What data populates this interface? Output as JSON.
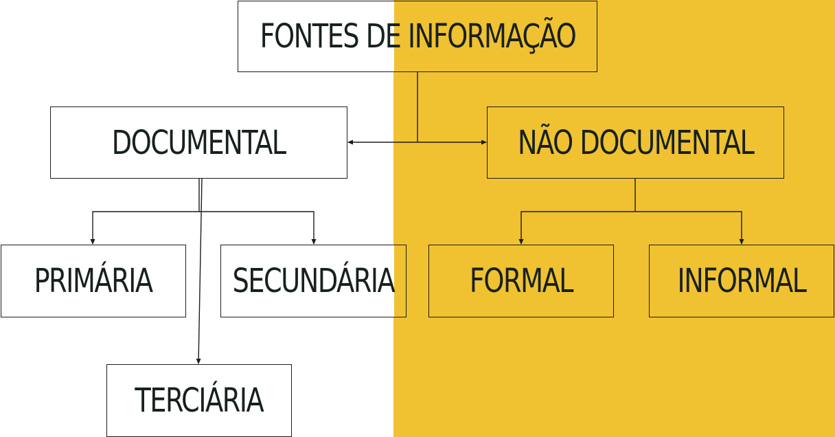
{
  "diagram": {
    "nodes": {
      "root": "FONTES DE INFORMAÇÃO",
      "documental": "DOCUMENTAL",
      "nao_documental": "NÃO DOCUMENTAL",
      "primaria": "PRIMÁRIA",
      "secundaria": "SECUNDÁRIA",
      "terciaria": "TERCIÁRIA",
      "formal": "FORMAL",
      "informal": "INFORMAL"
    },
    "edges": [
      {
        "from": "root",
        "to": "documental"
      },
      {
        "from": "root",
        "to": "nao_documental"
      },
      {
        "from": "documental",
        "to": "primaria"
      },
      {
        "from": "documental",
        "to": "secundaria"
      },
      {
        "from": "documental",
        "to": "terciaria"
      },
      {
        "from": "nao_documental",
        "to": "formal"
      },
      {
        "from": "nao_documental",
        "to": "informal"
      }
    ]
  },
  "colors": {
    "background_left": "#ffffff",
    "background_right": "#f0c232",
    "text": "#17211f",
    "lines": "#1c1c1c"
  }
}
